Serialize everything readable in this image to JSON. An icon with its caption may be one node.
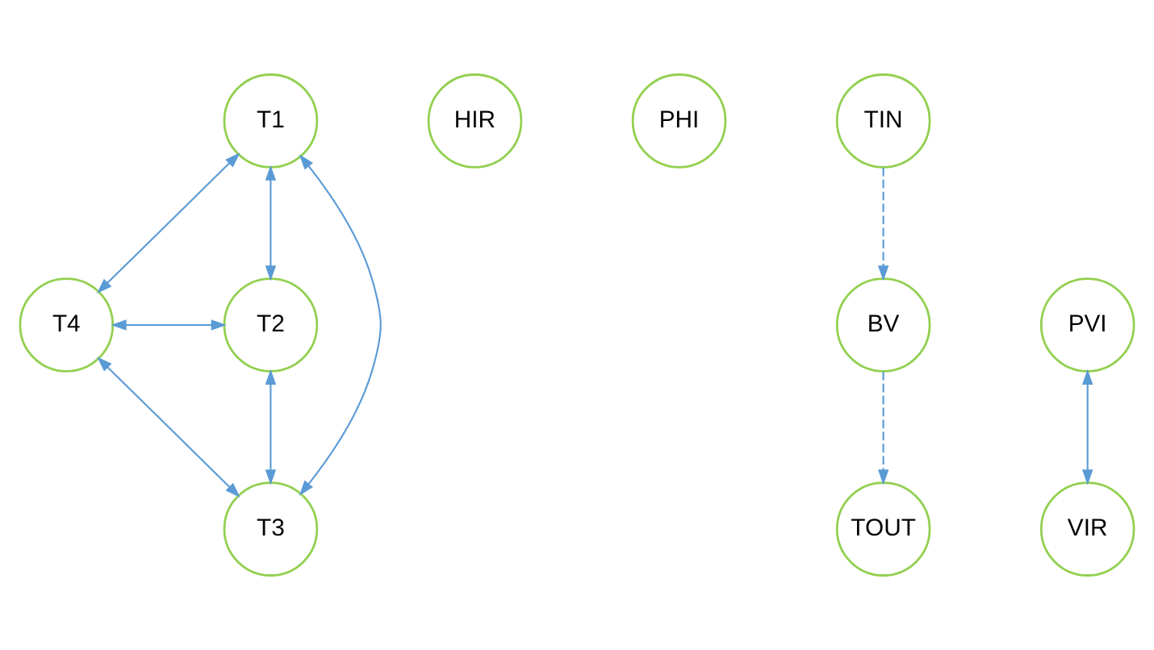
{
  "diagram": {
    "nodes": [
      {
        "text": [
          "T1"
        ]
      },
      {
        "text": [
          "HIR"
        ]
      },
      {
        "text": [
          "PHI"
        ]
      },
      {
        "text": [
          "TIN"
        ]
      },
      {
        "text": [
          "T4"
        ]
      },
      {
        "text": [
          "T2"
        ]
      },
      {
        "text": [
          "PVI"
        ]
      },
      {
        "text": [
          "BV"
        ]
      },
      {
        "text": [
          "T3"
        ]
      },
      {
        "text": [
          "VIR"
        ]
      },
      {
        "text": [
          "TOUT"
        ]
      }
    ],
    "edges": [
      {
        "from": 0,
        "to": 4,
        "arrow": "both"
      },
      {
        "from": 0,
        "to": 5,
        "arrow": "both"
      },
      {
        "from": 0,
        "to": 8,
        "arrow": "both"
      },
      {
        "from": 4,
        "to": 5,
        "arrow": "both"
      },
      {
        "from": 4,
        "to": 8,
        "arrow": "both"
      },
      {
        "from": 5,
        "to": 8,
        "arrow": "both"
      },
      {
        "from": 6,
        "to": 9,
        "arrow": "both"
      },
      {
        "from": 3,
        "to": 7,
        "arrow": "to",
        "style": "dashed"
      },
      {
        "from": 7,
        "to": 10,
        "arrow": "to",
        "style": "dashed"
      }
    ]
  }
}
